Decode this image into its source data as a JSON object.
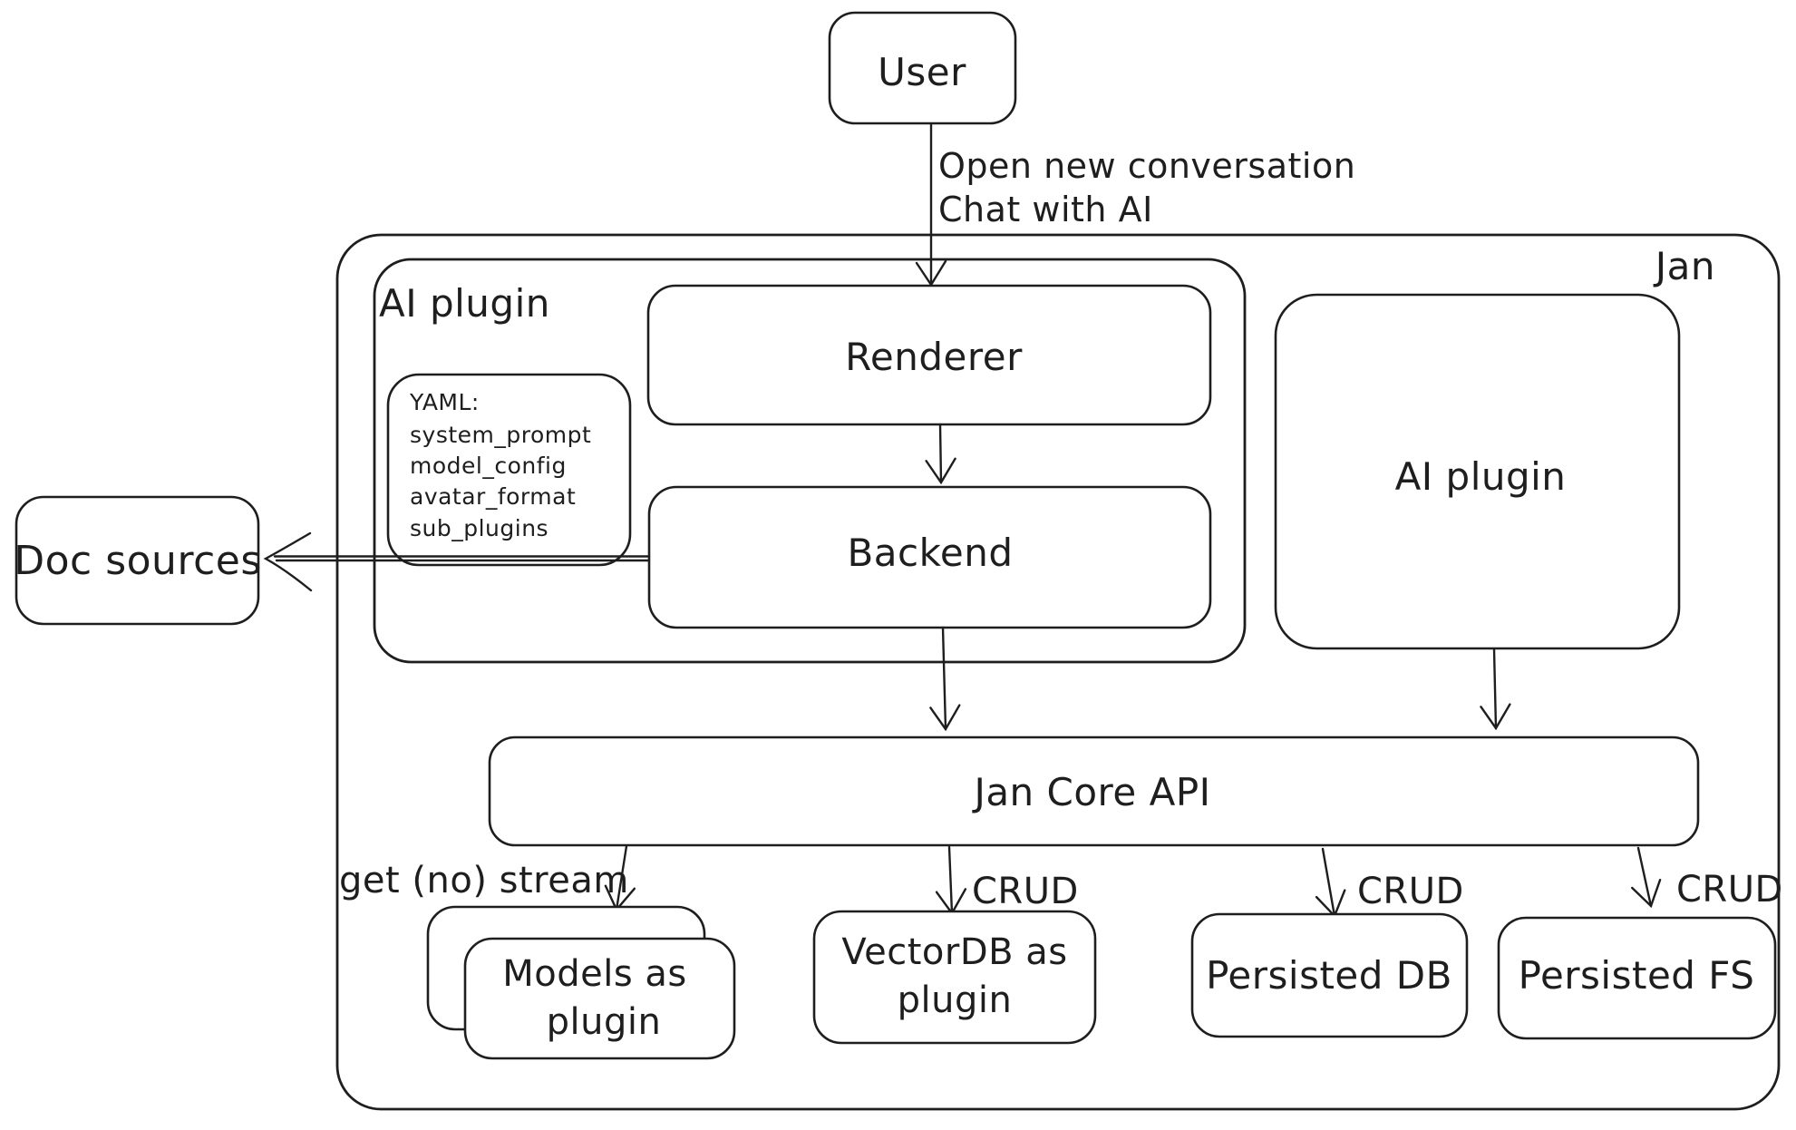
{
  "diagram": {
    "title": "Jan",
    "colors": {
      "stroke": "#1e1e1e",
      "background": "#ffffff"
    },
    "nodes": {
      "user": {
        "label": "User"
      },
      "ai_plugin_left": {
        "label": "AI plugin"
      },
      "renderer": {
        "label": "Renderer"
      },
      "yaml_note": {
        "title": "YAML:",
        "items": [
          "system_prompt",
          "model_config",
          "avatar_format",
          "sub_plugins"
        ]
      },
      "backend": {
        "label": "Backend"
      },
      "doc_sources": {
        "label": "Doc sources"
      },
      "ai_plugin_right": {
        "label": "AI plugin"
      },
      "jan_core_api": {
        "label": "Jan Core API"
      },
      "models_plugin": {
        "line1": "Models as",
        "line2": "plugin"
      },
      "vectordb_plugin": {
        "line1": "VectorDB as",
        "line2": "plugin"
      },
      "persisted_db": {
        "label": "Persisted DB"
      },
      "persisted_fs": {
        "label": "Persisted FS"
      }
    },
    "edges": {
      "user_to_renderer": {
        "line1": "Open new conversation",
        "line2": "Chat with AI"
      },
      "core_to_models": {
        "label": "get (no) stream"
      },
      "core_to_vectordb": {
        "label": "CRUD"
      },
      "core_to_db": {
        "label": "CRUD"
      },
      "core_to_fs": {
        "label": "CRUD"
      }
    }
  }
}
